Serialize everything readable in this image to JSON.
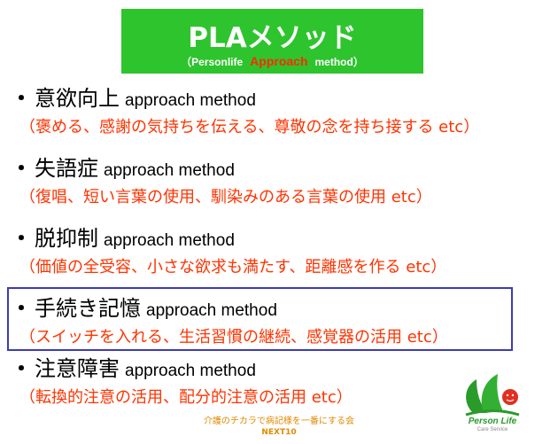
{
  "header": {
    "title": "PLAメソッド",
    "subtitle_open": "（Personlife",
    "subtitle_accent": "Approach",
    "subtitle_close": "method）"
  },
  "items": [
    {
      "bullet": "・",
      "heading": "意欲向上",
      "method": "approach method",
      "description": "（褒める、感謝の気持ちを伝える、尊敬の念を持ち接する etc）"
    },
    {
      "bullet": "・",
      "heading": "失語症",
      "method": "approach method",
      "description": "（復唱、短い言葉の使用、馴染みのある言葉の使用 etc）"
    },
    {
      "bullet": "・",
      "heading": "脱抑制",
      "method": "approach method",
      "description": "（価値の全受容、小さな欲求も満たす、距離感を作る etc）"
    },
    {
      "bullet": "・",
      "heading": "手続き記憶",
      "method": "approach method",
      "description": "（スイッチを入れる、生活習慣の継続、感覚器の活用 etc）"
    },
    {
      "bullet": "・",
      "heading": "注意障害",
      "method": "approach method",
      "description": "（転換的注意の活用、配分的注意の活用 etc）"
    }
  ],
  "footer": {
    "line1": "介護のチカラで病記様を一番にする会",
    "line2": "NEXT10"
  },
  "logo": {
    "name": "Person Life",
    "tagline": "Care Service"
  },
  "colors": {
    "title_bg": "#2ec42e",
    "accent": "#ff2a00",
    "description": "#ff3300",
    "highlight_border": "#3c3cb4"
  }
}
